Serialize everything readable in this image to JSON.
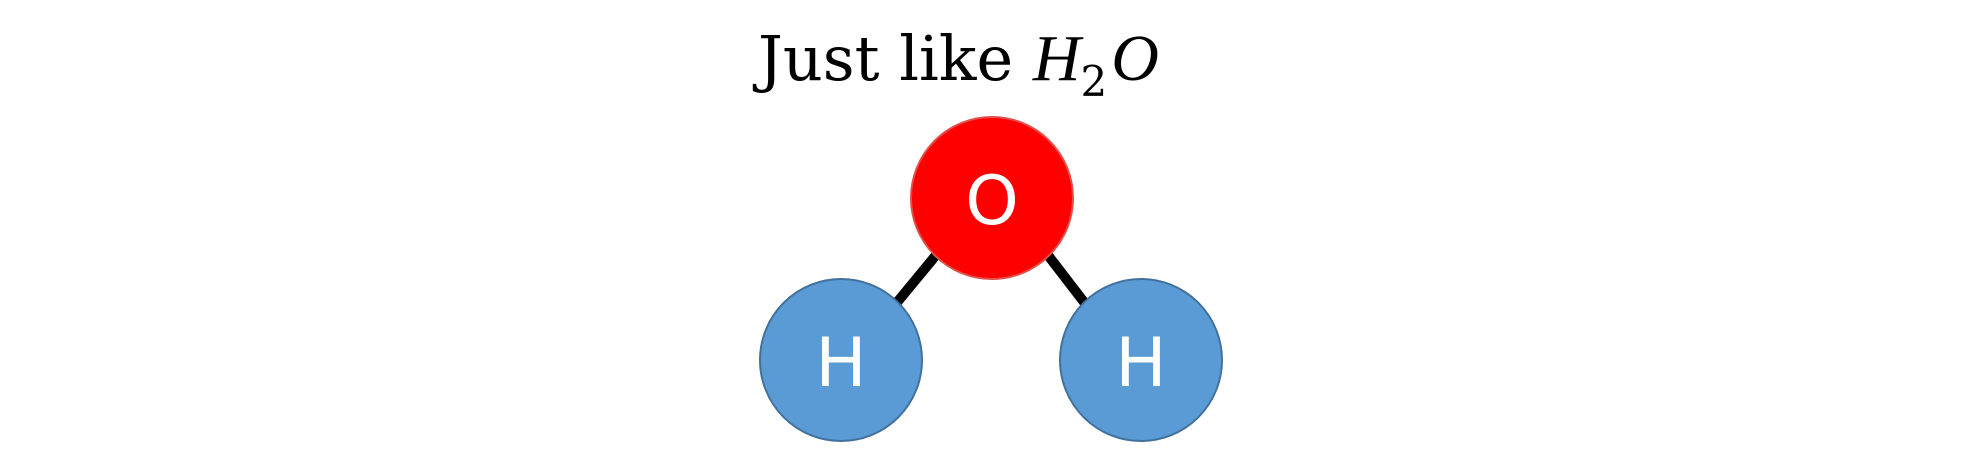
{
  "diagram": {
    "title": {
      "prefix": "Just like ",
      "formula_h": "H",
      "formula_sub": "2",
      "formula_o": "O"
    },
    "atoms": [
      {
        "id": "oxygen",
        "label": "O",
        "fill": "#ff0000",
        "stroke": "#e0504a"
      },
      {
        "id": "hydrogen-left",
        "label": "H",
        "fill": "#5b9bd5",
        "stroke": "#41719c"
      },
      {
        "id": "hydrogen-right",
        "label": "H",
        "fill": "#5b9bd5",
        "stroke": "#41719c"
      }
    ],
    "bond_color": "#000000"
  }
}
